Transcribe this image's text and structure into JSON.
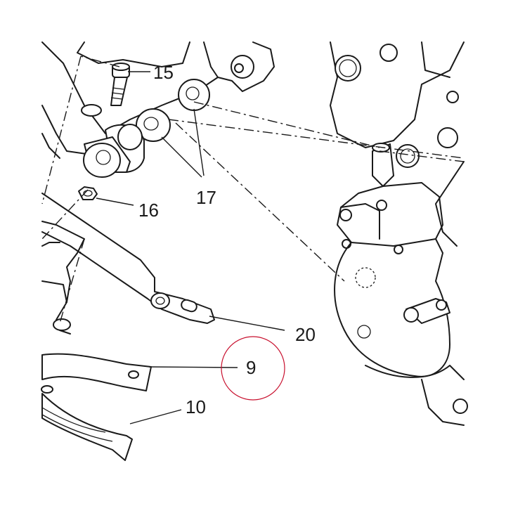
{
  "callouts": {
    "c15": "15",
    "c16": "16",
    "c17": "17",
    "c20": "20",
    "c9": "9",
    "c10": "10"
  },
  "highlight": {
    "target": "9",
    "color": "#c8102e"
  }
}
